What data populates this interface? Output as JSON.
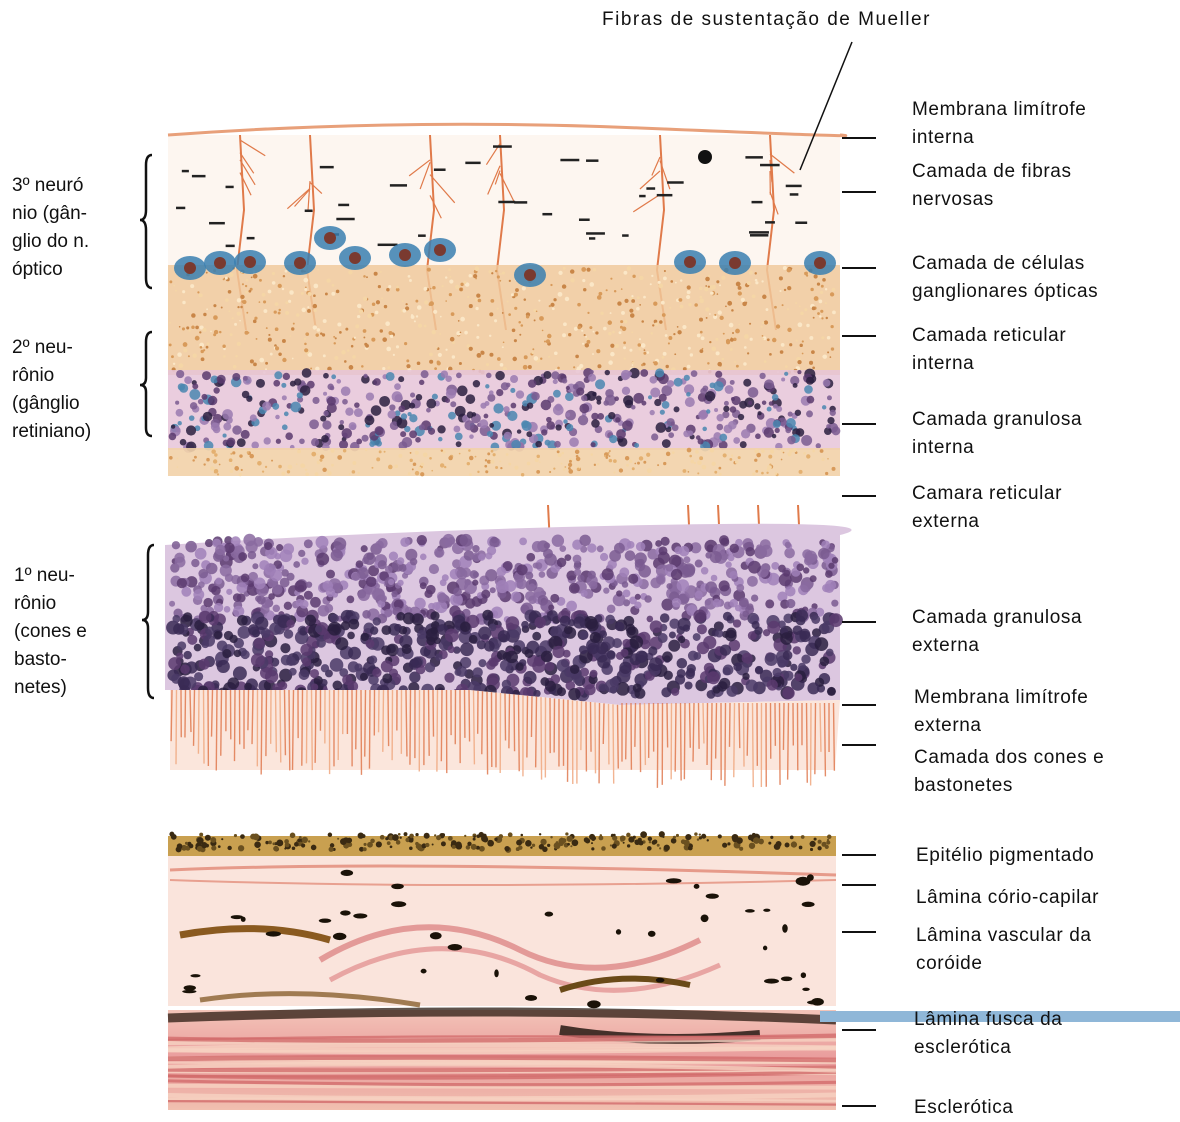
{
  "top_label": "Fibras de sustentação de Mueller",
  "right_labels": [
    {
      "l1": "Membrana limítrofe",
      "l2": "interna"
    },
    {
      "l1": "Camada de fibras",
      "l2": "nervosas"
    },
    {
      "l1": "Camada de células",
      "l2": "ganglionares ópticas"
    },
    {
      "l1": "Camada reticular",
      "l2": "interna"
    },
    {
      "l1": "Camada granulosa",
      "l2": "interna"
    },
    {
      "l1": "Camara reticular",
      "l2": "externa"
    },
    {
      "l1": "Camada granulosa",
      "l2": "externa"
    },
    {
      "l1": "Membrana limítrofe",
      "l2": "externa"
    },
    {
      "l1": "Camada dos cones e",
      "l2": "bastonetes"
    },
    {
      "l1": "Epitélio pigmentado",
      "l2": ""
    },
    {
      "l1": "Lâmina cório-capilar",
      "l2": ""
    },
    {
      "l1": "Lâmina vascular da",
      "l2": "coróide"
    },
    {
      "l1": "Lâmina fusca da",
      "l2": "esclerótica"
    },
    {
      "l1": "Esclerótica",
      "l2": ""
    }
  ],
  "left_labels": [
    {
      "lines": [
        "3º neuró",
        "nio (gân-",
        "glio do n.",
        "óptico"
      ]
    },
    {
      "lines": [
        "2º neu-",
        "rônio",
        "(gânglio",
        "retiniano)"
      ]
    },
    {
      "lines": [
        "1º neu-",
        "rônio",
        "(cones e",
        "basto-",
        "netes)"
      ]
    }
  ],
  "colors": {
    "ganglion_blue": "#3a7fb0",
    "granule_purple": "#5a3a6e",
    "dark_granule": "#2a1f3f",
    "fiber_orange": "#e07a4a",
    "reticular_tan": "#e8b98a",
    "choroid_pink": "#e48a8a",
    "pigment_dark": "#3a2a12",
    "sclera_pink": "#eaa0a0"
  }
}
